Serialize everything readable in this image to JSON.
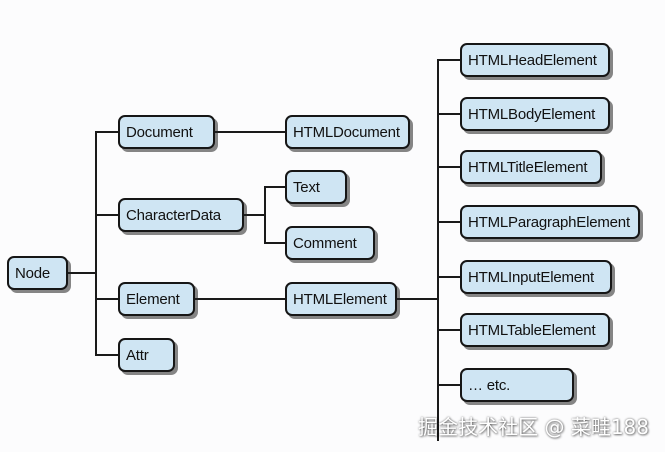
{
  "diagram": {
    "nodes": {
      "node": "Node",
      "document": "Document",
      "character_data": "CharacterData",
      "element": "Element",
      "attr": "Attr",
      "html_document": "HTMLDocument",
      "text": "Text",
      "comment": "Comment",
      "html_element": "HTMLElement",
      "html_head_element": "HTMLHeadElement",
      "html_body_element": "HTMLBodyElement",
      "html_title_element": "HTMLTitleElement",
      "html_paragraph_element": "HTMLParagraphElement",
      "html_input_element": "HTMLInputElement",
      "html_table_element": "HTMLTableElement",
      "etc": "… etc."
    },
    "edges": [
      [
        "node",
        "document"
      ],
      [
        "node",
        "character_data"
      ],
      [
        "node",
        "element"
      ],
      [
        "node",
        "attr"
      ],
      [
        "document",
        "html_document"
      ],
      [
        "character_data",
        "text"
      ],
      [
        "character_data",
        "comment"
      ],
      [
        "element",
        "html_element"
      ],
      [
        "html_element",
        "html_head_element"
      ],
      [
        "html_element",
        "html_body_element"
      ],
      [
        "html_element",
        "html_title_element"
      ],
      [
        "html_element",
        "html_paragraph_element"
      ],
      [
        "html_element",
        "html_input_element"
      ],
      [
        "html_element",
        "html_table_element"
      ],
      [
        "html_element",
        "etc"
      ]
    ]
  },
  "watermark": "掘金技术社区 @ 菜畦188",
  "colors": {
    "box_fill": "#cfe5f3",
    "box_border": "#161616",
    "line": "#1a1a1a"
  }
}
